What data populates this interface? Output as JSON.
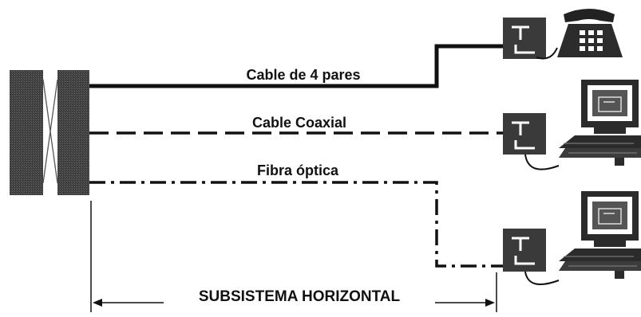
{
  "diagram": {
    "cables": [
      {
        "label": "Cable de 4 pares",
        "style": "solid"
      },
      {
        "label": "Cable Coaxial",
        "style": "dashed"
      },
      {
        "label": "Fibra óptica",
        "style": "dash-dot"
      }
    ],
    "span_label": "SUBSISTEMA HORIZONTAL",
    "outlet_glyph": "T",
    "devices": [
      "telephone-icon",
      "computer-icon",
      "computer-icon"
    ],
    "colors": {
      "ink": "#111111",
      "panel": "#4a4a4a",
      "screen": "#555555",
      "paper": "#ffffff"
    }
  }
}
